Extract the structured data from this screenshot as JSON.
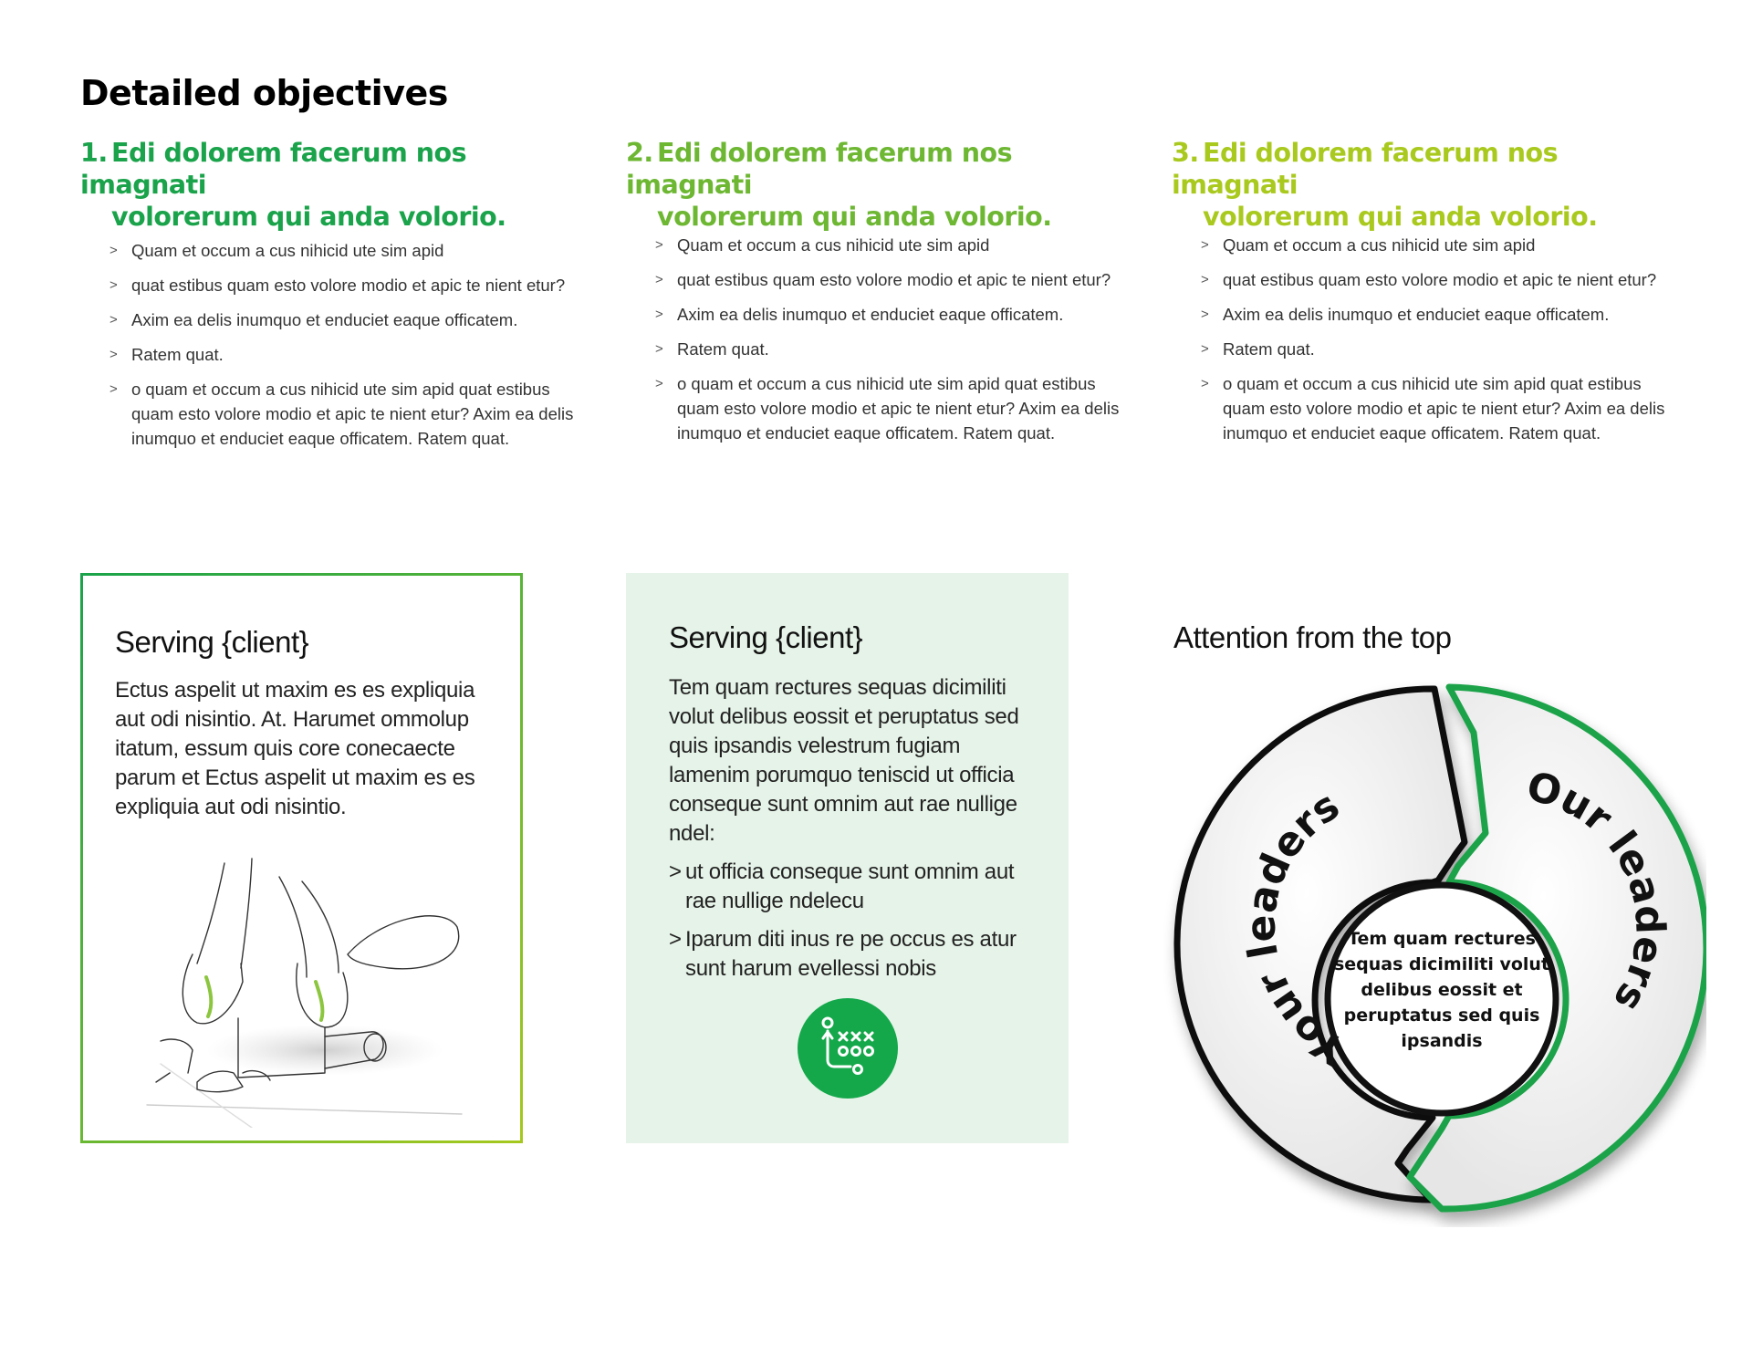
{
  "page": {
    "title": "Detailed objectives"
  },
  "objectives": [
    {
      "number": "1.",
      "heading_line1": "Edi dolorem facerum nos imagnati",
      "heading_line2": "volorerum qui anda volorio.",
      "color": "#1aa34a",
      "bullets": [
        "Quam et occum a cus nihicid ute sim apid",
        "quat estibus quam esto volore modio et apic te nient etur?",
        "Axim ea delis inumquo et enduciet eaque officatem.",
        "Ratem quat.",
        "o quam et occum a cus nihicid ute sim apid quat estibus quam esto volore modio et apic te nient etur? Axim ea delis inumquo et enduciet eaque officatem. Ratem quat."
      ]
    },
    {
      "number": "2.",
      "heading_line1": "Edi dolorem facerum nos imagnati",
      "heading_line2": "volorerum qui anda volorio.",
      "color": "#6db733",
      "bullets": [
        "Quam et occum a cus nihicid ute sim apid",
        "quat estibus quam esto volore modio et apic te nient etur?",
        "Axim ea delis inumquo et enduciet eaque officatem.",
        "Ratem quat.",
        "o quam et occum a cus nihicid ute sim apid quat estibus quam esto volore modio et apic te nient etur? Axim ea delis inumquo et enduciet eaque officatem. Ratem quat."
      ]
    },
    {
      "number": "3.",
      "heading_line1": "Edi dolorem facerum nos imagnati",
      "heading_line2": "volorerum qui anda volorio.",
      "color": "#a9c91e",
      "bullets": [
        "Quam et occum a cus nihicid ute sim apid",
        "quat estibus quam esto volore modio et apic te nient etur?",
        "Axim ea delis inumquo et enduciet eaque officatem.",
        "Ratem quat.",
        "o quam et occum a cus nihicid ute sim apid quat estibus quam esto volore modio et apic te nient etur? Axim ea delis inumquo et enduciet eaque officatem. Ratem quat."
      ]
    }
  ],
  "bullet_marker": ">",
  "card1": {
    "title": "Serving {client}",
    "body": "Ectus aspelit ut maxim es es expliquia aut odi nisintio. At. Harumet ommolup itatum, essum quis core conecaecte parum et Ectus aspelit ut maxim es es expliquia aut odi nisintio.",
    "illustration_icon": "sprinter-sketch-icon"
  },
  "card2": {
    "title": "Serving {client}",
    "body": "Tem quam rectures sequas dicimiliti volut delibus eossit et peruptatus sed quis ipsandis velestrum fugiam lamenim porumquo teniscid ut officia conseque sunt omnim aut rae nullige ndel:",
    "bullets": [
      "ut officia conseque sunt omnim aut rae nullige ndelecu",
      "Iparum diti inus re pe occus es atur sunt harum evellessi nobis"
    ],
    "icon": "playbook-icon",
    "background": "#e6f3e8",
    "icon_color": "#14a84b"
  },
  "attention": {
    "title": "Attention from the top",
    "left_label": "Your leaders",
    "right_label": "Our leaders",
    "center_text": [
      "Tem quam rectures",
      "sequas dicimiliti volut",
      "delibus eossit et",
      "peruptatus sed quis",
      "ipsandis"
    ],
    "left_color": "#111111",
    "right_color": "#1aa34a"
  }
}
